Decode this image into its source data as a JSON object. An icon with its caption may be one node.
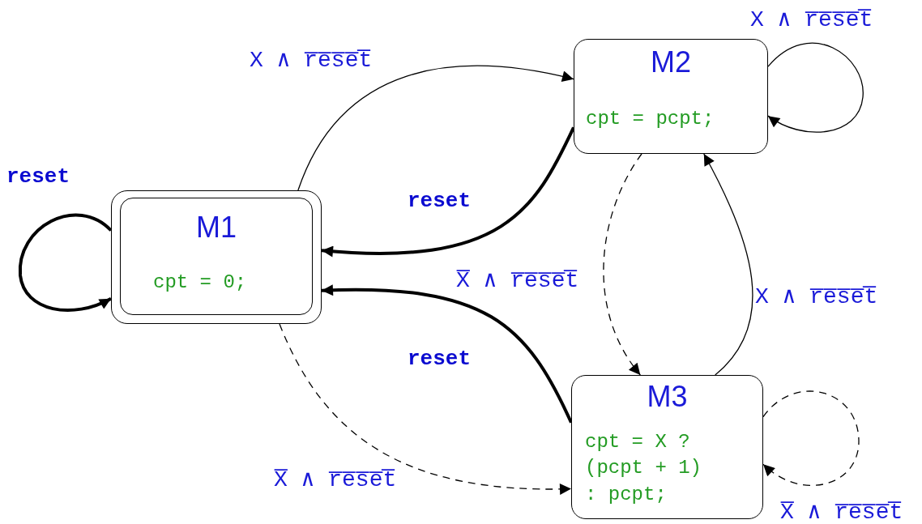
{
  "diagram": {
    "nodes": [
      {
        "text": [
          "M1",
          "cpt = 0;"
        ]
      },
      {
        "text": [
          "M2",
          "cpt = pcpt;"
        ]
      },
      {
        "text": [
          "M3",
          "cpt = X ? (pcpt + 1) : pcpt;"
        ]
      }
    ],
    "edges": [
      {
        "from": 0,
        "to": 1,
        "arrow": "to",
        "label": "X ∧ r̅e̅s̅e̅t̅"
      },
      {
        "from": 0,
        "to": 0,
        "arrow": "to",
        "label": "reset",
        "style": "thick"
      },
      {
        "from": 1,
        "to": 1,
        "arrow": "to",
        "label": "X ∧ r̅e̅s̅e̅t̅"
      },
      {
        "from": 1,
        "to": 0,
        "arrow": "to",
        "label": "reset",
        "style": "thick"
      },
      {
        "from": 1,
        "to": 2,
        "arrow": "to",
        "label": "X̅ ∧ r̅e̅s̅e̅t̅",
        "style": "dashed"
      },
      {
        "from": 2,
        "to": 1,
        "arrow": "to",
        "label": "X ∧ r̅e̅s̅e̅t̅"
      },
      {
        "from": 2,
        "to": 0,
        "arrow": "to",
        "label": "reset",
        "style": "thick"
      },
      {
        "from": 0,
        "to": 2,
        "arrow": "to",
        "label": "X̅ ∧ r̅e̅s̅e̅t̅",
        "style": "dashed"
      },
      {
        "from": 2,
        "to": 2,
        "arrow": "to",
        "label": "X̅ ∧ r̅e̅s̅e̅t̅",
        "style": "dashed"
      }
    ]
  }
}
